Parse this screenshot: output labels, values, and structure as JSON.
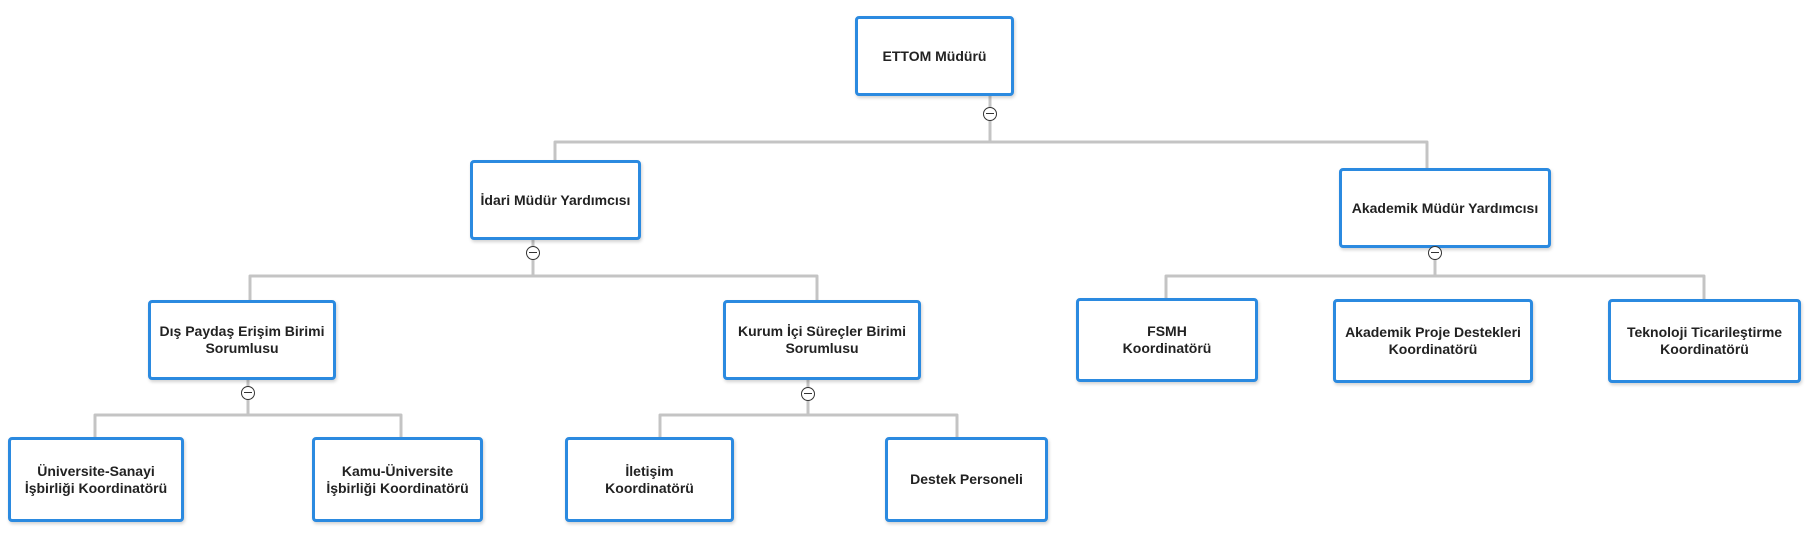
{
  "colors": {
    "node_border": "#2b8ae0",
    "connector": "#c4c4c4",
    "text": "#222222",
    "background": "#ffffff"
  },
  "icons": {
    "collapse": "minus-circle-icon"
  },
  "nodes": {
    "director": {
      "label": "ETTOM Müdürü"
    },
    "admin_deputy": {
      "label": "İdari Müdür Yardımcısı"
    },
    "academic_deputy": {
      "label": "Akademik Müdür Yardımcısı"
    },
    "external_outreach": {
      "label": "Dış Paydaş Erişim Birimi\nSorumlusu"
    },
    "internal_processes": {
      "label": "Kurum İçi Süreçler Birimi\nSorumlusu"
    },
    "fsmh": {
      "label": "FSMH\nKoordinatörü"
    },
    "academic_projects": {
      "label": "Akademik Proje Destekleri\nKoordinatörü"
    },
    "tech_commercialization": {
      "label": "Teknoloji Ticarileştirme\nKoordinatörü"
    },
    "university_industry": {
      "label": "Üniversite-Sanayi\nİşbirliği Koordinatörü"
    },
    "public_university": {
      "label": "Kamu-Üniversite\nİşbirliği Koordinatörü"
    },
    "communication": {
      "label": "İletişim\nKoordinatörü"
    },
    "support_staff": {
      "label": "Destek Personeli"
    }
  }
}
